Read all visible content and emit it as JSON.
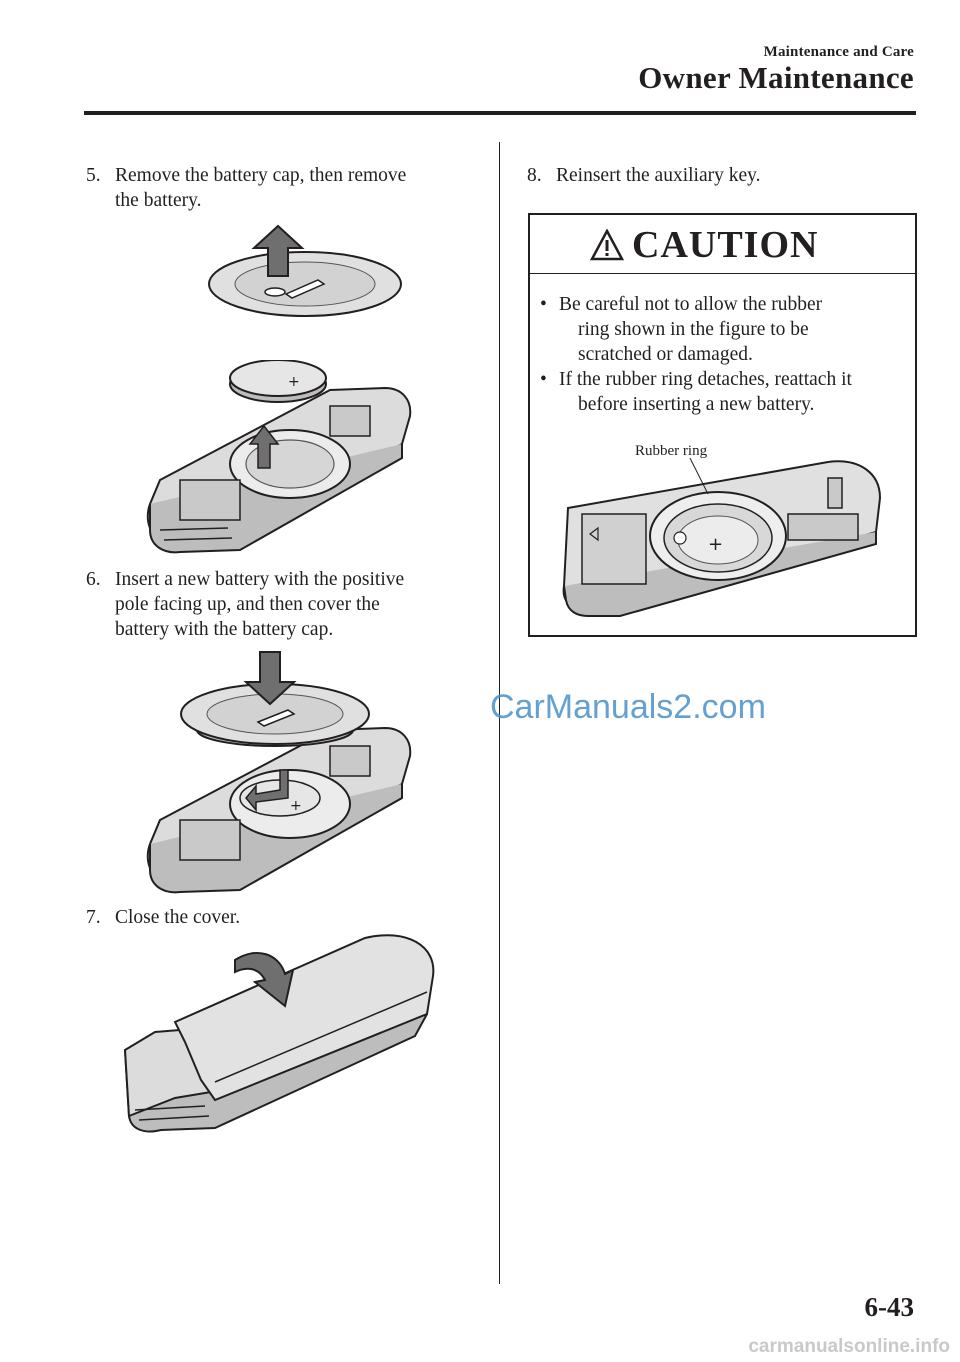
{
  "header": {
    "section_label": "Maintenance and Care",
    "section_title": "Owner Maintenance"
  },
  "steps": [
    {
      "number": "5.",
      "lines": [
        "Remove the battery cap, then remove",
        "the battery."
      ]
    },
    {
      "number": "6.",
      "lines": [
        "Insert a new battery with the positive",
        "pole facing up, and then cover the",
        "battery with the battery cap."
      ]
    },
    {
      "number": "7.",
      "lines": [
        "Close the cover."
      ]
    },
    {
      "number": "8.",
      "lines": [
        "Reinsert the auxiliary key."
      ]
    }
  ],
  "caution": {
    "title": "CAUTION",
    "bullets": [
      {
        "symbol": "•",
        "lines": [
          "Be careful not to allow the rubber",
          "ring shown in the figure to be",
          "scratched or damaged."
        ]
      },
      {
        "symbol": "•",
        "lines": [
          "If the rubber ring detaches, reattach it",
          "before inserting a new battery."
        ]
      }
    ],
    "figure_label": "Rubber ring"
  },
  "footer": {
    "page_number": "6-43",
    "watermark": "CarManuals2.com",
    "site_mark": "carmanualsonline.info"
  },
  "icons": {
    "warning": "warning-triangle-icon"
  }
}
